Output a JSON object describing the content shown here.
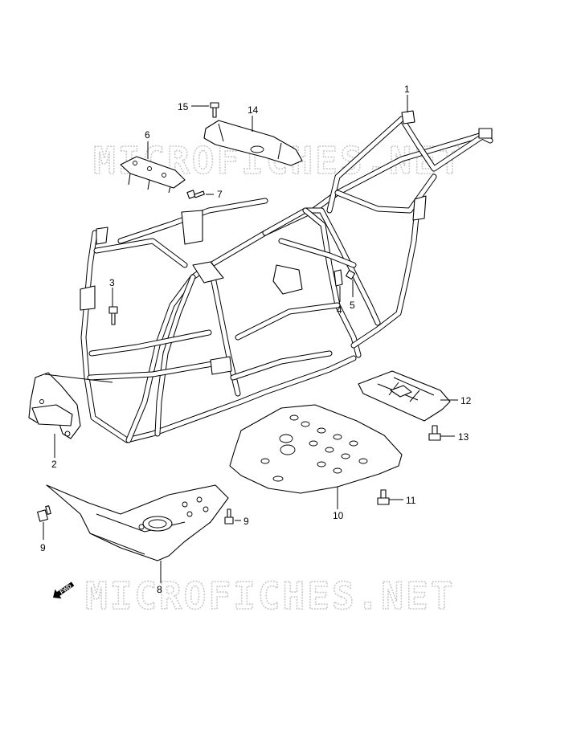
{
  "watermark": {
    "top": "MICROFICHES.NET",
    "bottom": "MICROFICHES.NET"
  },
  "fwd_label": "FWD",
  "callouts": [
    {
      "id": "c1",
      "label": "1"
    },
    {
      "id": "c2",
      "label": "2"
    },
    {
      "id": "c3",
      "label": "3"
    },
    {
      "id": "c4",
      "label": "4"
    },
    {
      "id": "c5",
      "label": "5"
    },
    {
      "id": "c6",
      "label": "6"
    },
    {
      "id": "c7",
      "label": "7"
    },
    {
      "id": "c8",
      "label": "8"
    },
    {
      "id": "c9a",
      "label": "9"
    },
    {
      "id": "c9b",
      "label": "9"
    },
    {
      "id": "c10",
      "label": "10"
    },
    {
      "id": "c11",
      "label": "11"
    },
    {
      "id": "c12",
      "label": "12"
    },
    {
      "id": "c13",
      "label": "13"
    },
    {
      "id": "c14",
      "label": "14"
    },
    {
      "id": "c15",
      "label": "15"
    }
  ]
}
